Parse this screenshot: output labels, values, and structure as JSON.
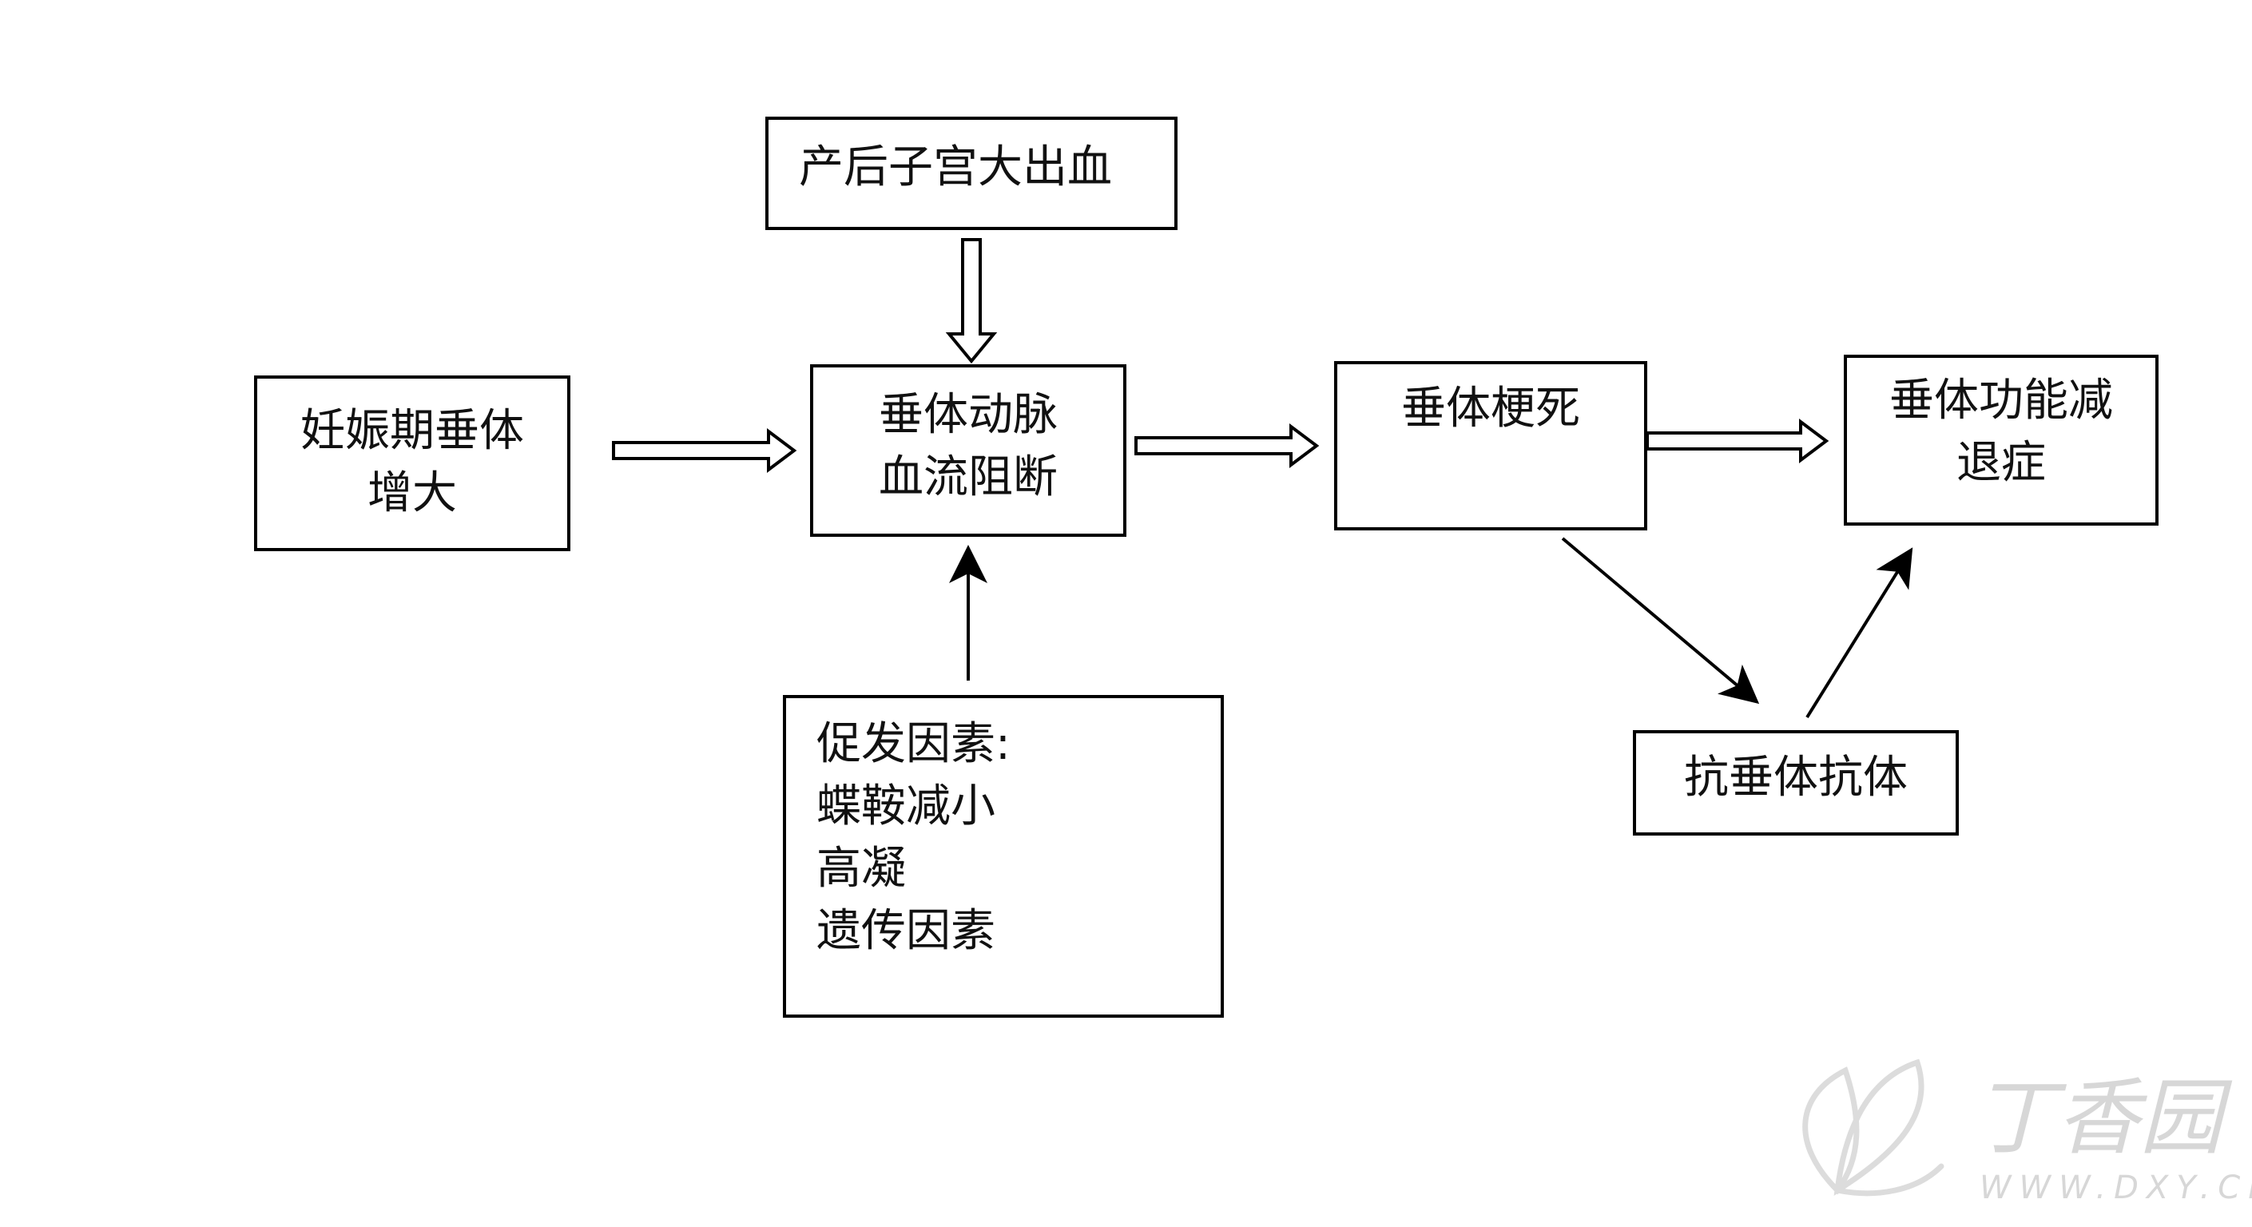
{
  "nodes": {
    "pregnancy": [
      "妊娠期垂体",
      "增大"
    ],
    "hemorrhage": [
      "产后子宫大出血"
    ],
    "blockage": [
      "垂体动脉",
      "血流阻断"
    ],
    "factors": [
      "促发因素:",
      "蝶鞍减小",
      "高凝",
      "遗传因素"
    ],
    "infarction": [
      "垂体梗死"
    ],
    "hypofunction": [
      "垂体功能减",
      "退症"
    ],
    "antibody": [
      "抗垂体抗体"
    ]
  },
  "watermark": {
    "name": "丁香园",
    "domain": "WWW.DXY.CN"
  },
  "colors": {
    "line": "#000000",
    "watermark": "#d7d7d7"
  }
}
